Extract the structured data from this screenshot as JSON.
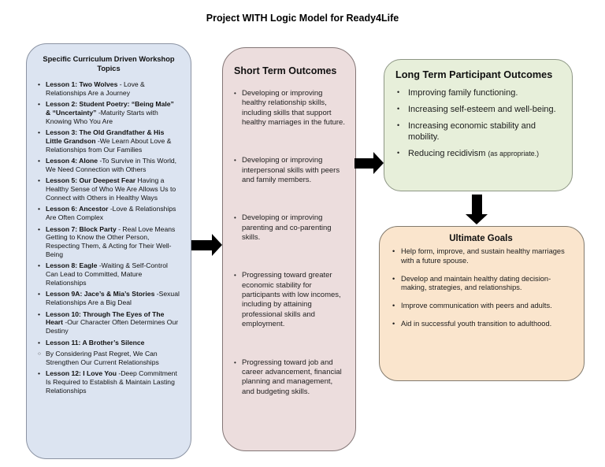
{
  "title": "Project WITH Logic Model for Ready4Life",
  "colors": {
    "workshop_fill": "#dce4f1",
    "short_term_fill": "#ecdddd",
    "long_term_fill": "#e7efda",
    "ultimate_fill": "#fae5cd",
    "arrow": "#000000"
  },
  "workshop": {
    "heading": "Specific Curriculum Driven Workshop Topics",
    "items": [
      {
        "bold": "Lesson 1: Two Wolves",
        "rest": " - Love & Relationships Are a Journey"
      },
      {
        "bold": "Lesson 2: Student Poetry: “Being Male” & “Uncertainty”",
        "rest": " -Maturity Starts with Knowing Who You Are"
      },
      {
        "bold": "Lesson 3: The Old Grandfather & His Little Grandson",
        "rest": " -We Learn About Love & Relationships from Our Families"
      },
      {
        "bold": "Lesson 4: Alone",
        "rest": " -To Survive in This World, We Need Connection with Others"
      },
      {
        "bold": "Lesson 5: Our Deepest Fear",
        "rest": " Having a Healthy Sense of Who We Are Allows Us to Connect with Others in Healthy Ways"
      },
      {
        "bold": "Lesson 6: Ancestor",
        "rest": " -Love & Relationships Are Often Complex"
      },
      {
        "bold": "Lesson 7: Block Party",
        "rest": " - Real Love Means Getting to Know the Other Person, Respecting Them, & Acting for Their Well-Being"
      },
      {
        "bold": "Lesson 8: Eagle",
        "rest": " -Waiting & Self-Control Can Lead to Committed, Mature Relationships"
      },
      {
        "bold": "Lesson 9A: Jace’s & Mia’s Stories",
        "rest": " -Sexual Relationships Are a Big Deal"
      },
      {
        "bold": "Lesson 10: Through The Eyes of The Heart",
        "rest": " -Our Character Often Determines Our Destiny"
      },
      {
        "bold": "Lesson 11: A Brother’s Silence",
        "rest": ""
      },
      {
        "bullet": "circle",
        "rest": "By Considering Past Regret, We Can Strengthen Our Current Relationships"
      },
      {
        "bold": "Lesson 12: I Love You",
        "rest": " -Deep Commitment Is Required to Establish & Maintain Lasting Relationships"
      }
    ]
  },
  "short_term": {
    "heading": "Short Term Outcomes",
    "items": [
      "Developing or improving healthy relationship skills, including skills that support healthy marriages in the future.",
      "Developing or improving interpersonal skills with peers and family members.",
      "Developing or improving parenting and co-parenting skills.",
      "Progressing toward greater economic stability for participants with low incomes, including by attaining professional skills and employment.",
      "Progressing toward job and career advancement, financial planning and management, and budgeting skills."
    ]
  },
  "long_term": {
    "heading": "Long Term Participant Outcomes",
    "items": [
      {
        "main": "Improving family functioning."
      },
      {
        "main": "Increasing self-esteem and well-being."
      },
      {
        "main": "Increasing economic stability and mobility."
      },
      {
        "main": "Reducing recidivism ",
        "small": "(as appropriate.)"
      }
    ]
  },
  "ultimate": {
    "heading": "Ultimate Goals",
    "items": [
      "Help form, improve, and sustain healthy marriages with a future spouse.",
      "Develop and maintain healthy dating decision-making, strategies, and relationships.",
      "Improve communication with peers and adults.",
      "Aid in successful youth transition to adulthood."
    ]
  }
}
